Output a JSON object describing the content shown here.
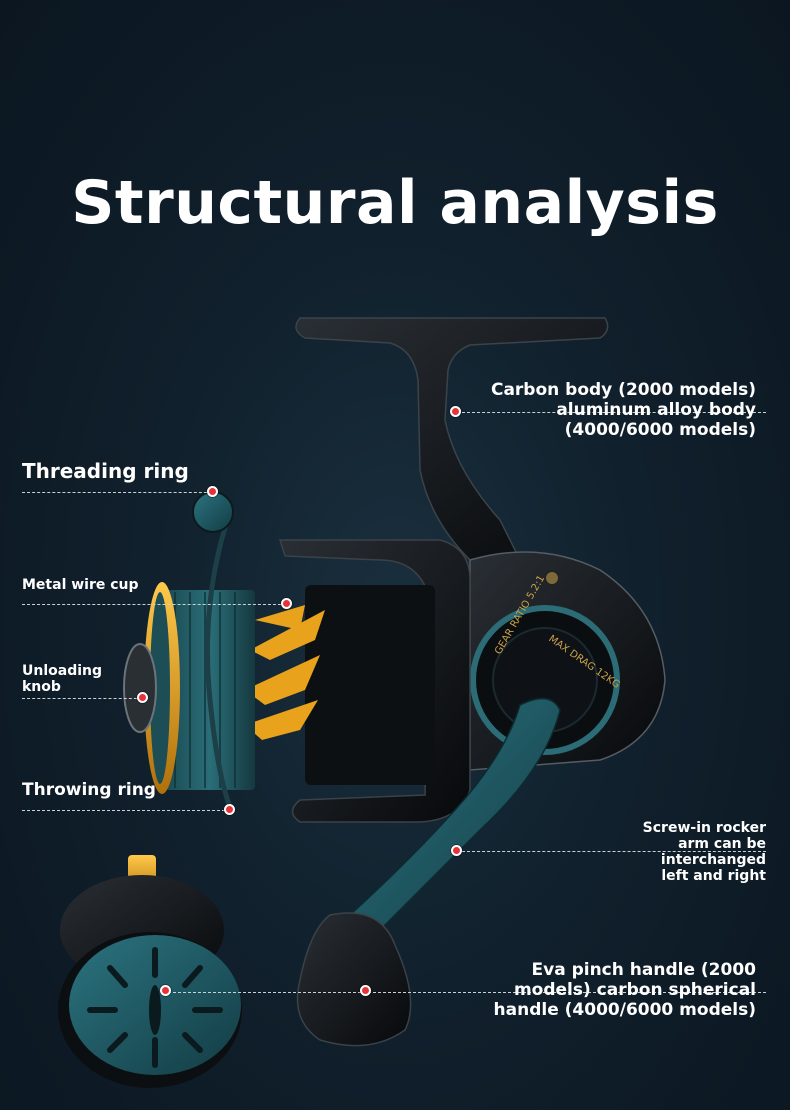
{
  "title": "Structural analysis",
  "labels": {
    "carbon_body": "Carbon body (2000 models) aluminum alloy body (4000/6000 models)",
    "threading_ring": "Threading ring",
    "metal_wire_cup": "Metal wire cup",
    "unloading_knob": "Unloading knob",
    "throwing_ring": "Throwing ring",
    "rocker_arm": "Screw-in rocker arm can be interchanged left and right",
    "handle": "Eva pinch handle (2000 models) carbon spherical handle (4000/6000 models)"
  },
  "reel_markings": {
    "gear_ratio": "GEAR RATIO 5.2:1",
    "max_drag": "MAX DRAG 12KG"
  },
  "colors": {
    "background": "#0f1e29",
    "reel_body": "#0c0f12",
    "reel_teal": "#1f5c66",
    "accent_gold": "#e8a21c",
    "marker": "#e53339"
  }
}
